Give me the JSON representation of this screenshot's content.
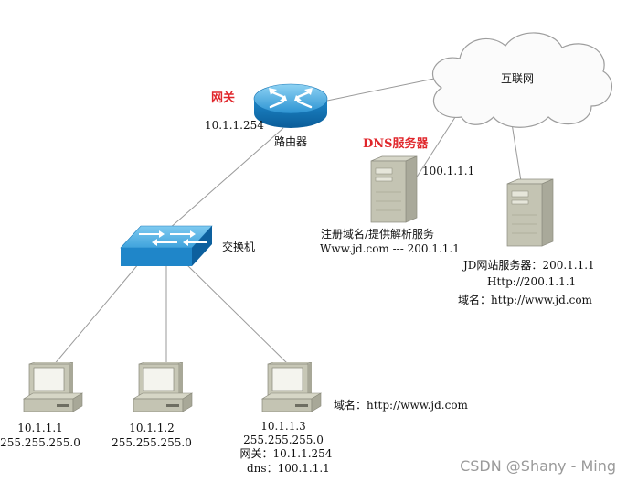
{
  "gateway_title": "网关",
  "router": {
    "ip": "10.1.1.254",
    "label": "路由器"
  },
  "internet": {
    "label": "互联网"
  },
  "dns": {
    "title": "DNS服务器",
    "ip": "100.1.1.1",
    "desc1": "注册域名/提供解析服务",
    "desc2": "Www.jd.com --- 200.1.1.1"
  },
  "jd": {
    "line1": "JD网站服务器：200.1.1.1",
    "line2": "Http://200.1.1.1",
    "line3": "域名：http://www.jd.com"
  },
  "switch": {
    "label": "交换机"
  },
  "pcs": [
    {
      "ip": "10.1.1.1",
      "mask": "255.255.255.0"
    },
    {
      "ip": "10.1.1.2",
      "mask": "255.255.255.0"
    },
    {
      "ip": "10.1.1.3",
      "mask": "255.255.255.0",
      "gateway": "网关：10.1.1.254",
      "dns": "dns：100.1.1.1"
    }
  ],
  "pc3_domain": "域名：http://www.jd.com",
  "watermark": "CSDN @Shany - Ming"
}
